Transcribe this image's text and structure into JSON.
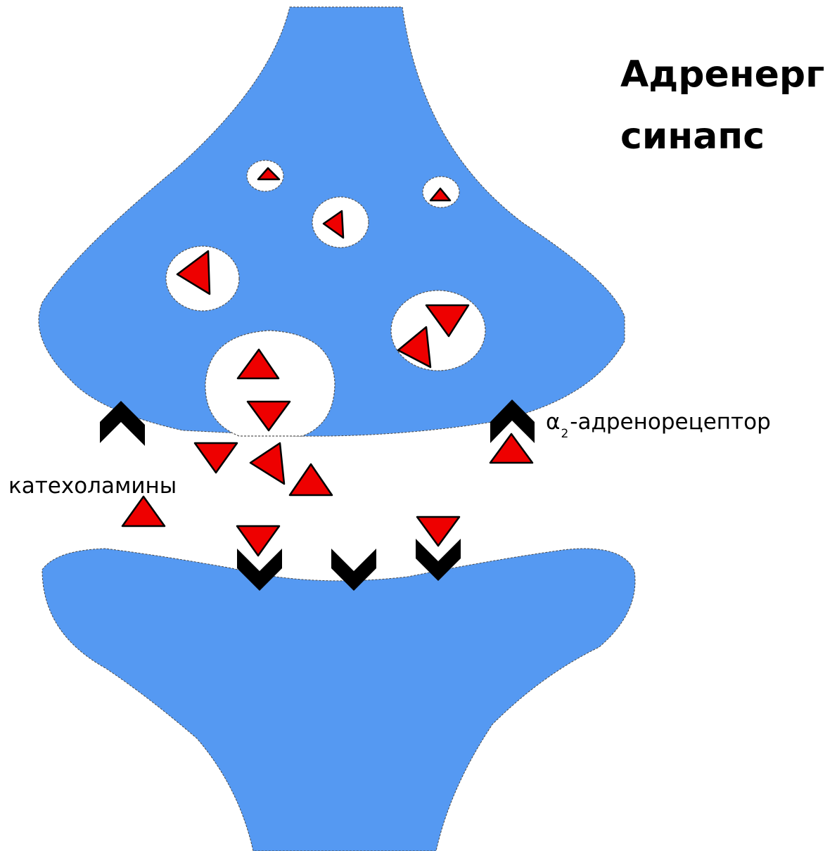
{
  "title": {
    "line1": "Адренерг",
    "line2": "синапс"
  },
  "labels": {
    "receptor_symbol": "α",
    "receptor_subscript": "2",
    "receptor_text": "-адренорецептор",
    "catecholamines": "катехоламины"
  },
  "colors": {
    "neuron_fill": "#5599f2",
    "mediator_fill": "#ee0000",
    "receptor_fill": "#000000",
    "background": "#ffffff"
  }
}
